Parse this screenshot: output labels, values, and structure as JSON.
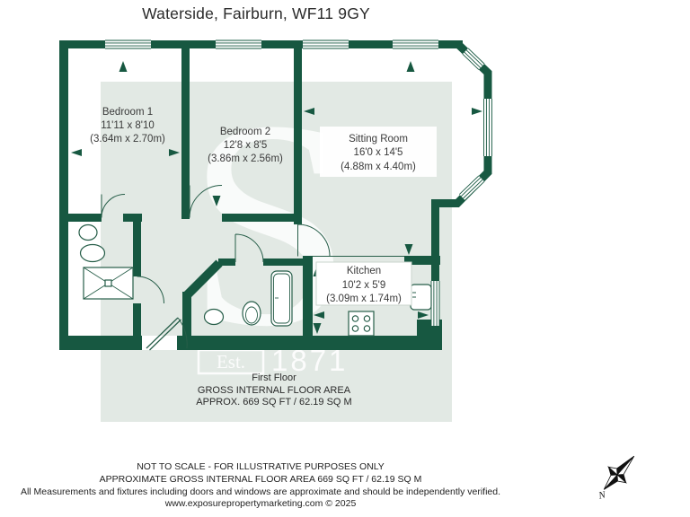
{
  "title": "Waterside, Fairburn, WF11 9GY",
  "floorplan": {
    "rooms": [
      {
        "name": "Bedroom 1",
        "dims_imperial": "11'11 x 8'10",
        "dims_metric": "(3.64m x 2.70m)"
      },
      {
        "name": "Bedroom 2",
        "dims_imperial": "12'8 x 8'5",
        "dims_metric": "(3.86m x 2.56m)"
      },
      {
        "name": "Sitting Room",
        "dims_imperial": "16'0 x 14'5",
        "dims_metric": "(4.88m x 4.40m)"
      },
      {
        "name": "Kitchen",
        "dims_imperial": "10'2 x 5'9",
        "dims_metric": "(3.09m x 1.74m)"
      }
    ],
    "floor_label": "First Floor",
    "area_label": "GROSS INTERNAL FLOOR AREA",
    "area_value": "APPROX. 669 SQ FT / 62.19 SQ M",
    "watermark": {
      "letter": "S",
      "est": "Est.",
      "year": "1871"
    },
    "compass": {
      "label": "N"
    }
  },
  "footer": {
    "line1": "NOT TO SCALE - FOR ILLUSTRATIVE PURPOSES ONLY",
    "line2": "APPROXIMATE GROSS INTERNAL FLOOR AREA 669 SQ FT / 62.19 SQ M",
    "line3": "All Measurements and fixtures including doors and windows are approximate and should be independently verified.",
    "line4": "www.exposurepropertymarketing.com © 2025"
  },
  "colors": {
    "wall": "#175841",
    "backdrop": "#e2e9e4",
    "label_text": "#3a3a3a"
  }
}
